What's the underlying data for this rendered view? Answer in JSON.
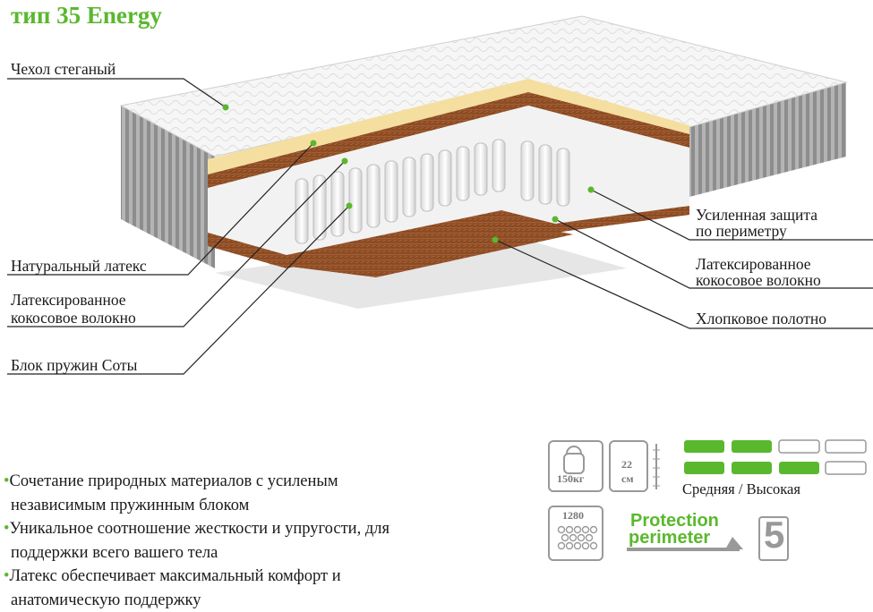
{
  "title": "тип 35 Energy",
  "labels": {
    "cover": "Чехол стеганый",
    "latex": "Натуральный латекс",
    "coir_left_1": "Латексированное",
    "coir_left_2": "кокосовое волокно",
    "springs": "Блок пружин Соты",
    "perimeter_1": "Усиленная защита",
    "perimeter_2": "по периметру",
    "coir_right_1": "Латексированное",
    "coir_right_2": "кокосовое волокно",
    "cotton": "Хлопковое полотно"
  },
  "bullets": [
    "Сочетание природных материалов с усиленым",
    "независимым пружинным блоком",
    "Уникальное соотношение жесткости и упругости, для",
    "поддержки всего вашего тела",
    "Латекс обеспечивает максимальный комфорт и",
    "анатомическую поддержку"
  ],
  "features": {
    "weight": "150кг",
    "height_1": "22",
    "height_2": "см",
    "firmness_label": "Средняя / Высокая",
    "firmness_levels": {
      "side_a": 0.5,
      "side_b": 0.75
    },
    "springs_count": "1280",
    "protection_1": "Protection",
    "protection_2": "perimeter",
    "warranty": "5"
  },
  "colors": {
    "accent": "#5ab82e",
    "text": "#1a1a1a"
  },
  "icons": [
    "weight-icon",
    "height-icon",
    "firmness-bars-icon",
    "springs-icon",
    "protection-perimeter-icon",
    "warranty-icon"
  ]
}
